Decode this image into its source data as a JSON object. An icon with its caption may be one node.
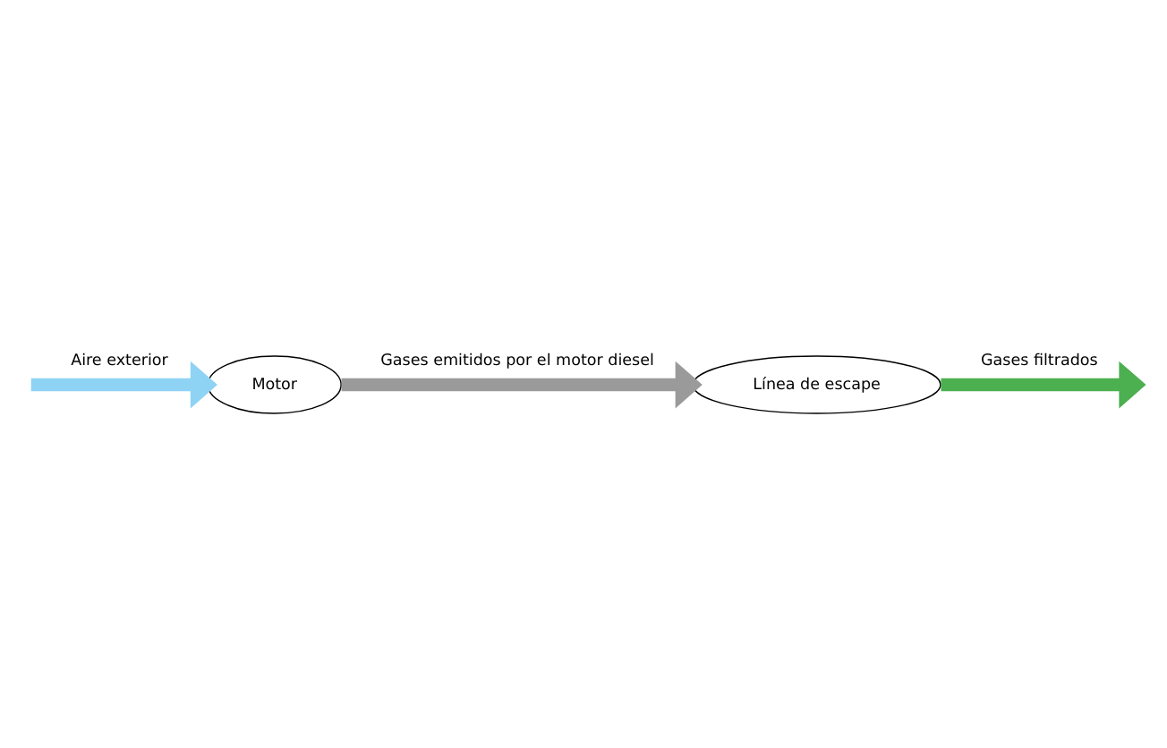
{
  "diagram": {
    "nodes": [
      {
        "text": [
          "Motor"
        ]
      },
      {
        "text": [
          "Línea de escape"
        ]
      }
    ],
    "edges": [
      {
        "from": null,
        "to": 0,
        "arrow": "to",
        "label": "Aire exterior",
        "color": "#8fd3f4"
      },
      {
        "from": 0,
        "to": 1,
        "arrow": "to",
        "label": "Gases emitidos por el motor diesel",
        "color": "#9a9a9a"
      },
      {
        "from": 1,
        "to": null,
        "arrow": "to",
        "label": "Gases filtrados",
        "color": "#4caf50"
      }
    ]
  }
}
